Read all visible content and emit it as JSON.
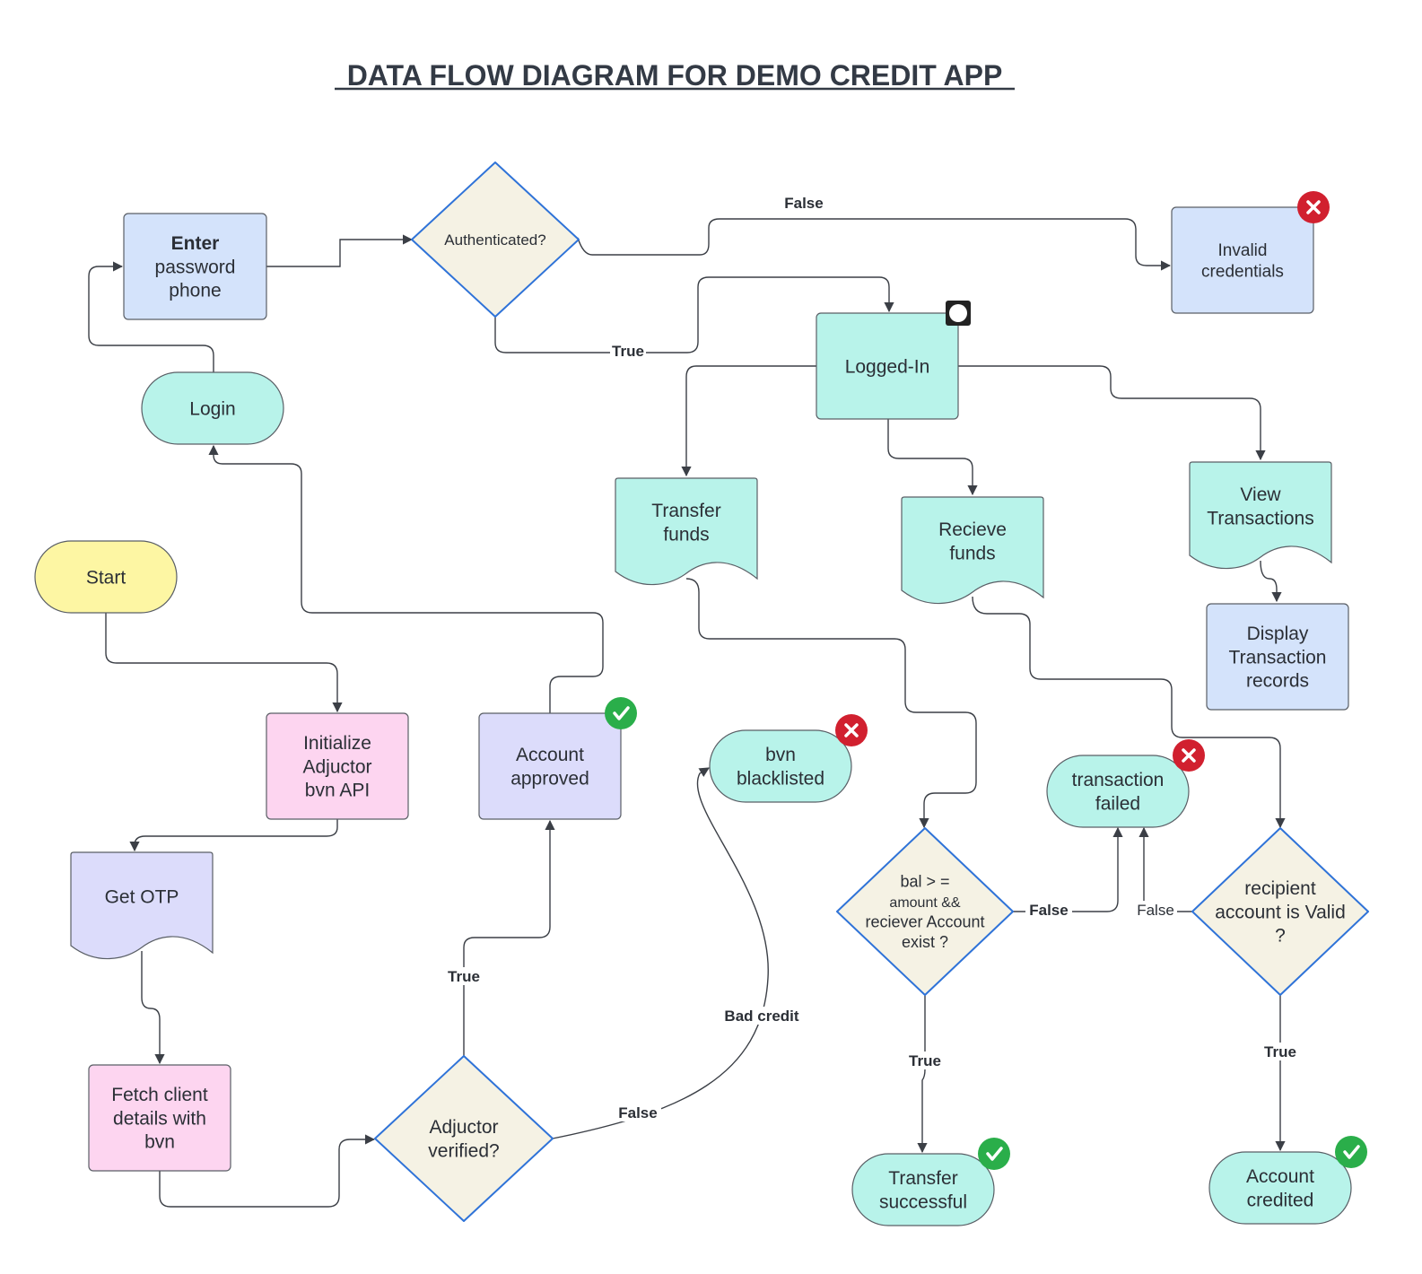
{
  "title": "DATA FLOW DIAGRAM FOR DEMO CREDIT APP",
  "colors": {
    "blue": "#d4e3fb",
    "teal": "#b8f3ea",
    "yellow": "#fdf6a3",
    "pink": "#fdd5f0",
    "lavender": "#dcdcfb",
    "decision": "#f5f2e4",
    "decision_stroke": "#2f73d8",
    "node_stroke": "#5a5f66",
    "badge_error": "#d1202f",
    "badge_success": "#2aae4a",
    "badge_neutral": "#222222"
  },
  "nodes": {
    "enter_credentials": {
      "lines": [
        "Enter",
        "password",
        "phone"
      ],
      "bold_first": true
    },
    "authenticated": {
      "lines": [
        "Authenticated?"
      ]
    },
    "invalid_credentials": {
      "lines": [
        "Invalid",
        "credentials"
      ],
      "badge": "error-icon"
    },
    "logged_in": {
      "lines": [
        "Logged-In"
      ],
      "badge": "status-icon"
    },
    "login": {
      "lines": [
        "Login"
      ]
    },
    "transfer_funds": {
      "lines": [
        "Transfer",
        "funds"
      ]
    },
    "recieve_funds": {
      "lines": [
        "Recieve",
        "funds"
      ]
    },
    "view_transactions": {
      "lines": [
        "View",
        "Transactions"
      ]
    },
    "display_records": {
      "lines": [
        "Display",
        "Transaction",
        "records"
      ]
    },
    "start": {
      "lines": [
        "Start"
      ]
    },
    "initialize_adjuctor": {
      "lines": [
        "Initialize",
        "Adjuctor",
        "bvn  API"
      ]
    },
    "account_approved": {
      "lines": [
        "Account",
        "approved"
      ],
      "badge": "check-icon"
    },
    "bvn_blacklisted": {
      "lines": [
        "bvn",
        "blacklisted"
      ],
      "badge": "error-icon"
    },
    "transaction_failed": {
      "lines": [
        "transaction",
        "failed"
      ],
      "badge": "error-icon"
    },
    "get_otp": {
      "lines": [
        "Get OTP"
      ]
    },
    "balance_check": {
      "lines": [
        "bal > =",
        "amount &&",
        "reciever  Account",
        "exist ?"
      ]
    },
    "recipient_valid": {
      "lines": [
        "recipient",
        "account is Valid",
        "?"
      ]
    },
    "fetch_client": {
      "lines": [
        "Fetch client",
        "details with",
        "bvn"
      ]
    },
    "adjuctor_verified": {
      "lines": [
        "Adjuctor",
        "verified?"
      ]
    },
    "transfer_successful": {
      "lines": [
        "Transfer",
        "successful"
      ],
      "badge": "check-icon"
    },
    "account_credited": {
      "lines": [
        "Account",
        "credited"
      ],
      "badge": "check-icon"
    }
  },
  "edge_labels": {
    "auth_false": "False",
    "auth_true": "True",
    "adjuctor_true": "True",
    "adjuctor_false": "False",
    "bad_credit": "Bad credit",
    "balance_false": "False",
    "recipient_false": "False",
    "balance_true": "True",
    "recipient_true": "True"
  }
}
